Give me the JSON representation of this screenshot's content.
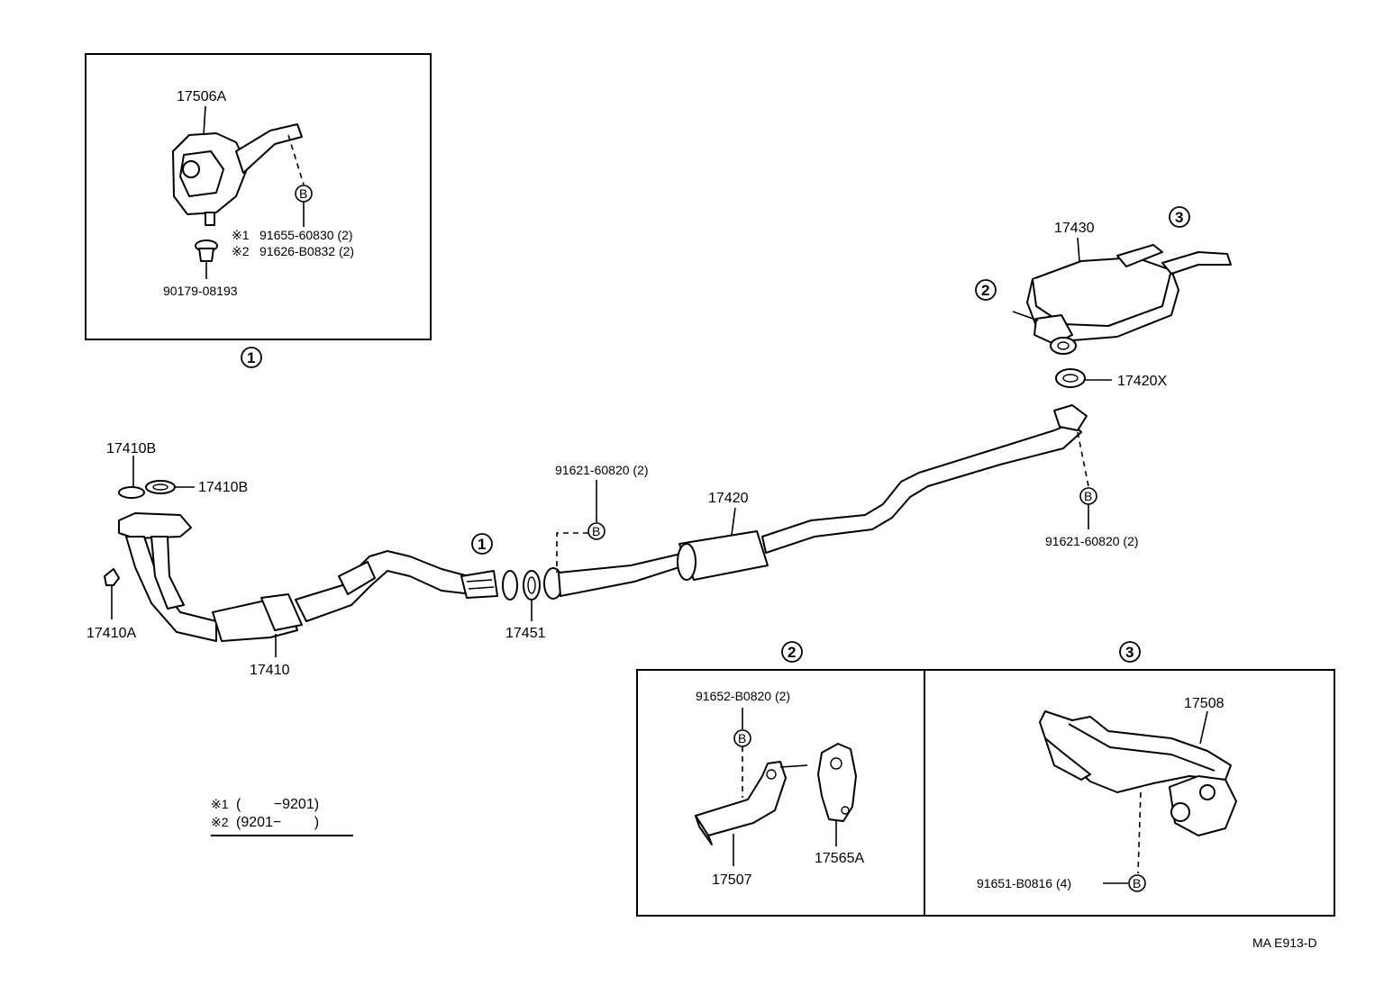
{
  "callouts": {
    "hanger_1": "17506A",
    "bolt_1": "91655-60830 (2)",
    "bolt_2": "91626-B0832 (2)",
    "grommet": "90179-08193",
    "note_1": "※1",
    "note_2": "※2",
    "gasket_b1": "17410B",
    "gasket_b2": "17410B",
    "nut_a": "17410A",
    "front_pipe": "17410",
    "gasket_451": "17451",
    "bolt_pipe": "91621-60820 (2)",
    "center_pipe": "17420",
    "bolt_tail": "91621-60820 (2)",
    "gasket_x": "17420X",
    "muffler": "17430",
    "bolt_inset2": "91652-B0820 (2)",
    "bracket": "17507",
    "cushion": "17565A",
    "support": "17508",
    "bolt_inset3": "91651-B0816 (4)",
    "b_marker": "B"
  },
  "circled_numbers": {
    "one": "1",
    "two": "2",
    "three": "3"
  },
  "legend": {
    "row1_mark": "※1",
    "row1_text": "(　　 −9201)",
    "row2_mark": "※2",
    "row2_text": "(9201−　　 )"
  },
  "diagram_code": "MA  E913-D"
}
